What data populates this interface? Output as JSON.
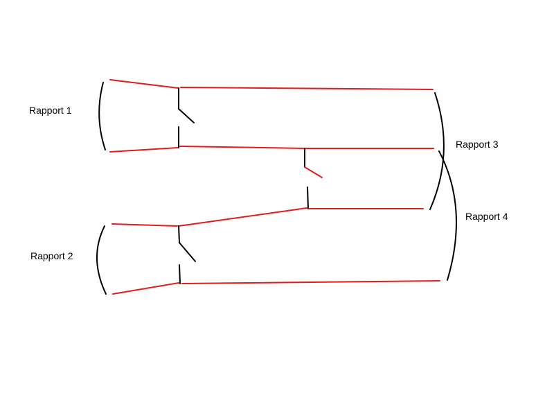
{
  "labels": {
    "rapport_1": "Rapport 1",
    "rapport_2": "Rapport 2",
    "rapport_3": "Rapport 3",
    "rapport_4": "Rapport 4"
  },
  "colors": {
    "wire": "#e31b1b",
    "bracket_and_switch": "#000000",
    "background": "#ffffff"
  }
}
